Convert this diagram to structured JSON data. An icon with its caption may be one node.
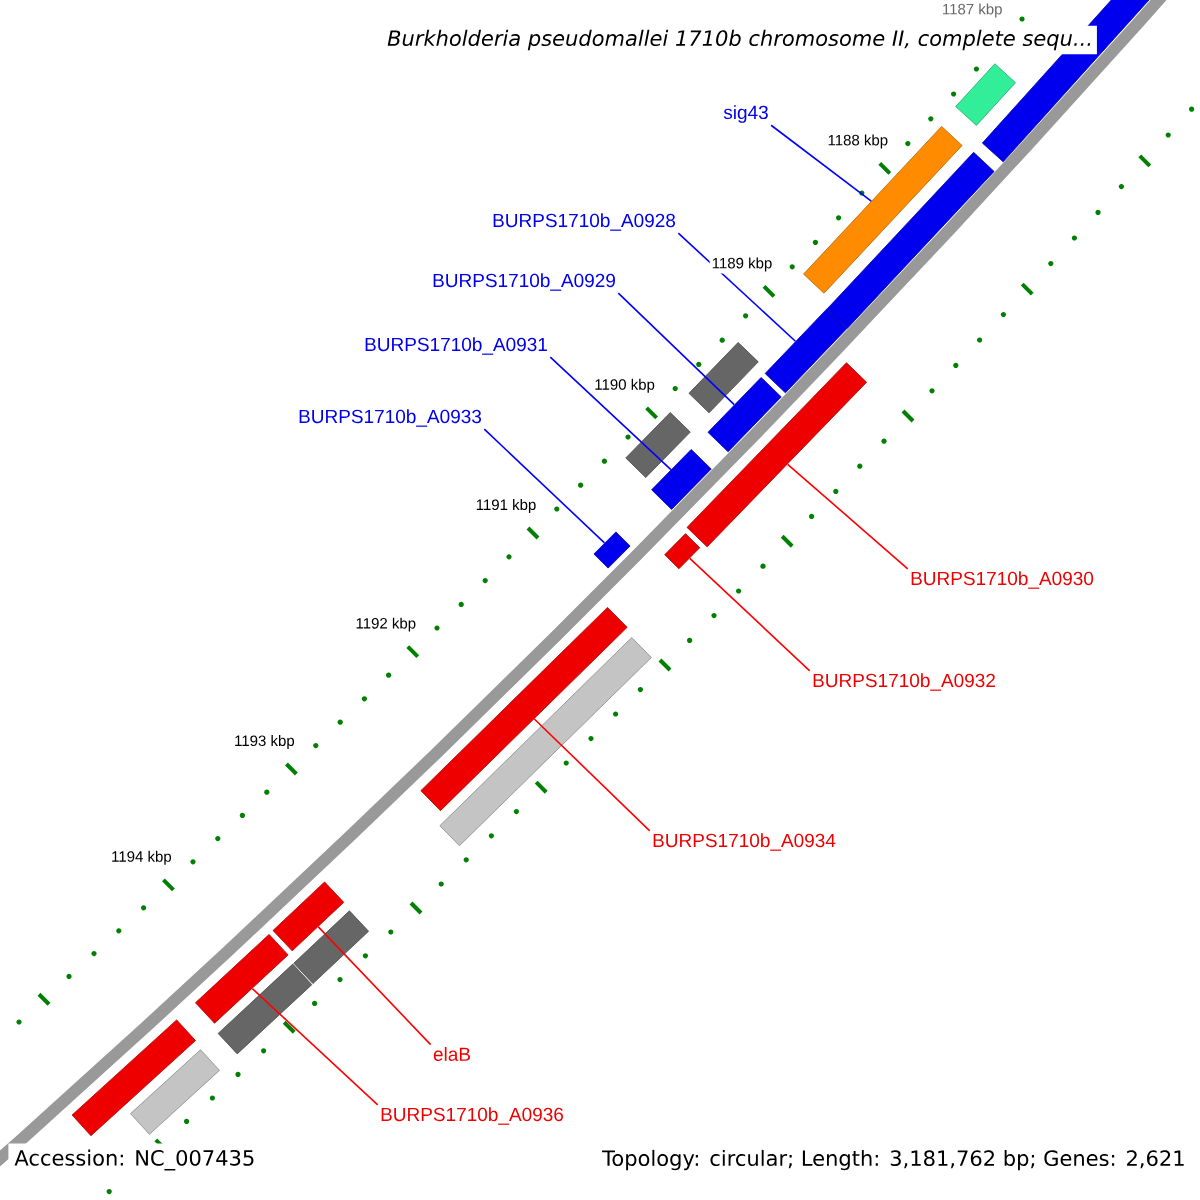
{
  "diagram": {
    "title": "Burkholderia pseudomallei 1710b chromosome II, complete sequ...",
    "nodes": [
      {
        "text": [
          "sig43"
        ]
      },
      {
        "text": [
          "BURPS1710b_A0928"
        ]
      },
      {
        "text": [
          "BURPS1710b_A0929"
        ]
      },
      {
        "text": [
          "BURPS1710b_A0931"
        ]
      },
      {
        "text": [
          "BURPS1710b_A0933"
        ]
      },
      {
        "text": [
          "BURPS1710b_A0930"
        ]
      },
      {
        "text": [
          "BURPS1710b_A0932"
        ]
      },
      {
        "text": [
          "BURPS1710b_A0934"
        ]
      },
      {
        "text": [
          "elaB"
        ]
      },
      {
        "text": [
          "BURPS1710b_A0936"
        ]
      },
      {
        "text": [],
        "shape": "bar"
      },
      {
        "text": [],
        "shape": "bar"
      },
      {
        "text": [],
        "shape": "bar"
      },
      {
        "text": [],
        "shape": "bar"
      },
      {
        "text": [],
        "shape": "bar"
      },
      {
        "text": [],
        "shape": "bar"
      },
      {
        "text": [],
        "shape": "bar"
      },
      {
        "text": [],
        "shape": "bar"
      },
      {
        "text": [],
        "shape": "bar"
      },
      {
        "text": [],
        "shape": "bar"
      },
      {
        "text": [],
        "shape": "bar"
      },
      {
        "text": [],
        "shape": "bar"
      },
      {
        "text": [],
        "shape": "bar"
      },
      {
        "text": [],
        "shape": "bar"
      },
      {
        "text": [],
        "shape": "bar"
      },
      {
        "text": [],
        "shape": "bar"
      },
      {
        "text": [],
        "shape": "bar"
      },
      {
        "text": [],
        "shape": "bar"
      },
      {
        "text": [],
        "shape": "bar"
      },
      {
        "text": [],
        "shape": "bar"
      }
    ],
    "edges": [
      {
        "from": 0,
        "to": 10,
        "arrow": "none",
        "color": "#0000ff"
      },
      {
        "from": 1,
        "to": 11,
        "arrow": "none",
        "color": "#0000ff"
      },
      {
        "from": 2,
        "to": 12,
        "arrow": "none",
        "color": "#0000ff"
      },
      {
        "from": 3,
        "to": 13,
        "arrow": "none",
        "color": "#0000ff"
      },
      {
        "from": 4,
        "to": 14,
        "arrow": "none",
        "color": "#0000ff"
      },
      {
        "from": 5,
        "to": 15,
        "arrow": "none",
        "color": "#ff0000"
      },
      {
        "from": 6,
        "to": 16,
        "arrow": "none",
        "color": "#ff0000"
      },
      {
        "from": 7,
        "to": 17,
        "arrow": "none",
        "color": "#ff0000"
      },
      {
        "from": 8,
        "to": 18,
        "arrow": "none",
        "color": "#ff0000"
      },
      {
        "from": 9,
        "to": 19,
        "arrow": "none",
        "color": "#ff0000"
      }
    ],
    "labels": [
      "1187 kbp",
      "1188 kbp",
      "1189 kbp",
      "1190 kbp",
      "1191 kbp",
      "1192 kbp",
      "1193 kbp",
      "1194 kbp",
      "Accession: NC_007435",
      "Topology: circular; Length: 3,181,762 bp; Genes: 2,621"
    ]
  }
}
